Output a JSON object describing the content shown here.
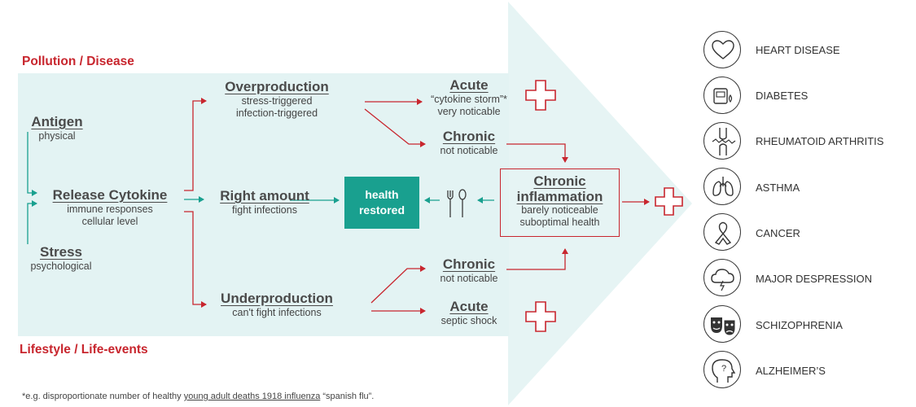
{
  "labels": {
    "pollution": "Pollution / Disease",
    "lifestyle": "Lifestyle / Life-events"
  },
  "inputs": {
    "antigen": {
      "title": "Antigen",
      "sub": "physical"
    },
    "release": {
      "title": "Release Cytokine",
      "sub1": "immune responses",
      "sub2": "cellular level"
    },
    "stress": {
      "title": "Stress",
      "sub": "psychological"
    }
  },
  "production": {
    "over": {
      "title": "Overproduction",
      "sub1": "stress-triggered",
      "sub2": "infection-triggered"
    },
    "right": {
      "title": "Right amount",
      "sub": "fight infections"
    },
    "under": {
      "title": "Underproduction",
      "sub": "can't fight infections"
    }
  },
  "outcomes": {
    "acute_top": {
      "title": "Acute",
      "sub1": "“cytokine storm”*",
      "sub2": "very noticable"
    },
    "chronic_top": {
      "title": "Chronic",
      "sub": "not noticable"
    },
    "chronic_bottom": {
      "title": "Chronic",
      "sub": "not noticable"
    },
    "acute_bottom": {
      "title": "Acute",
      "sub": "septic shock"
    }
  },
  "health": {
    "line1": "health",
    "line2": "restored"
  },
  "chronic_inflammation": {
    "title1": "Chronic",
    "title2": "inflammation",
    "sub1": "barely noticeable",
    "sub2": "suboptimal health"
  },
  "conditions": [
    {
      "label": "HEART DISEASE",
      "icon": "heart-icon"
    },
    {
      "label": "DIABETES",
      "icon": "glucose-meter-icon"
    },
    {
      "label": "RHEUMATOID ARTHRITIS",
      "icon": "joint-icon"
    },
    {
      "label": "ASTHMA",
      "icon": "lungs-icon"
    },
    {
      "label": "CANCER",
      "icon": "ribbon-icon"
    },
    {
      "label": "MAJOR DESPRESSION",
      "icon": "storm-cloud-icon"
    },
    {
      "label": "SCHIZOPHRENIA",
      "icon": "theater-masks-icon"
    },
    {
      "label": "ALZHEIMER’S",
      "icon": "head-question-icon"
    }
  ],
  "footnote": {
    "pre": "*e.g. disproportionate number of healthy ",
    "link": "young adult deaths 1918 influenza",
    "post": " “spanish flu”."
  },
  "colors": {
    "red": "#c8262e",
    "teal": "#19a08f",
    "band": "#e3f3f3",
    "arrow": "#e8f5f5"
  }
}
